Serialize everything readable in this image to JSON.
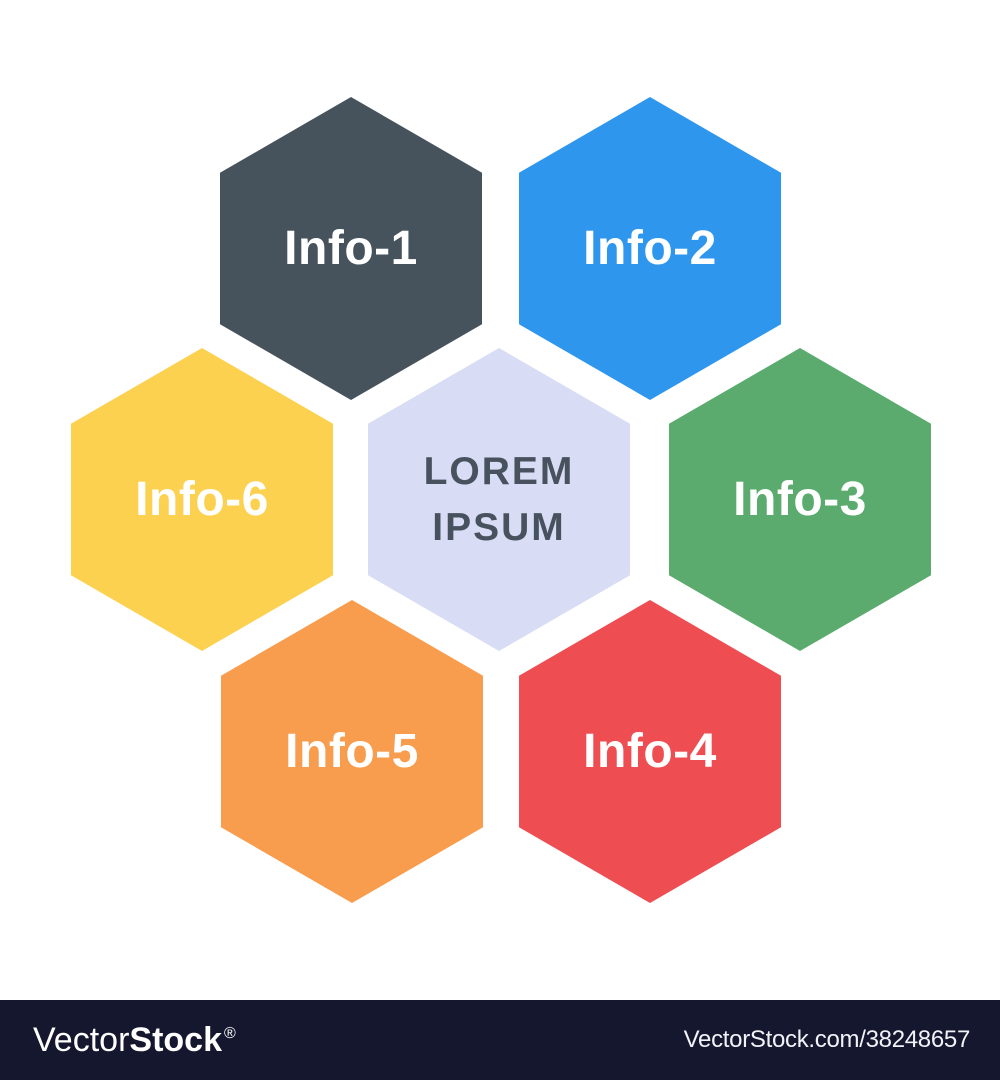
{
  "background": "#FFFFFF",
  "diagram": {
    "center": {
      "lines": [
        "LOREM",
        "IPSUM"
      ],
      "color": "#D8DCF4",
      "text_color": "#47525E"
    },
    "items": [
      {
        "label": "Info-1",
        "color": "#46525C",
        "text_color": "#FFFFFF"
      },
      {
        "label": "Info-2",
        "color": "#2F96EE",
        "text_color": "#FFFFFF"
      },
      {
        "label": "Info-3",
        "color": "#5AAB6D",
        "text_color": "#FFFFFF"
      },
      {
        "label": "Info-4",
        "color": "#EE4D51",
        "text_color": "#FFFFFF"
      },
      {
        "label": "Info-5",
        "color": "#F89C4E",
        "text_color": "#FFFFFF"
      },
      {
        "label": "Info-6",
        "color": "#FCD150",
        "text_color": "#FFFFFF"
      }
    ]
  },
  "watermark": {
    "bar_color": "#14172E",
    "logo": {
      "light": "Vector",
      "bold": "Stock",
      "registered": "®"
    },
    "url": "VectorStock.com/38248657"
  }
}
